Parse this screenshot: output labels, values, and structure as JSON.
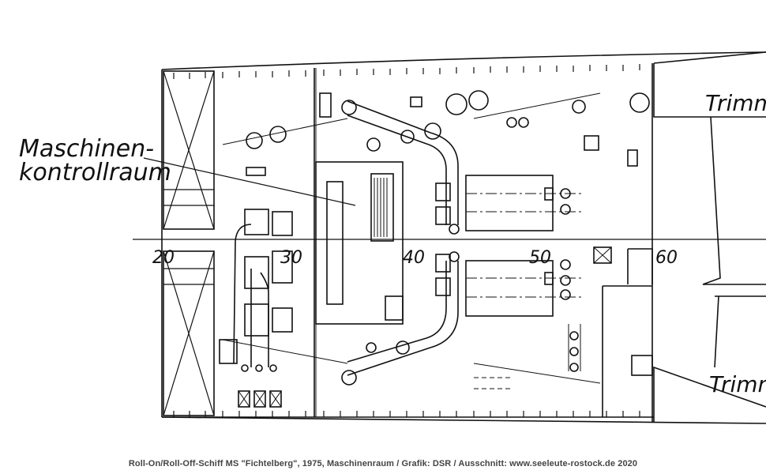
{
  "labels": {
    "room_line1": "Maschinen-",
    "room_line2": "kontrollraum",
    "trim_top": "Trimm",
    "trim_bottom": "Trimm"
  },
  "frame_numbers": [
    "20",
    "30",
    "40",
    "50",
    "60"
  ],
  "caption": "Roll-On/Roll-Off-Schiff MS \"Fichtelberg\", 1975, Maschinenraum  / Grafik: DSR / Ausschnitt: www.seeleute-rostock.de 2020"
}
